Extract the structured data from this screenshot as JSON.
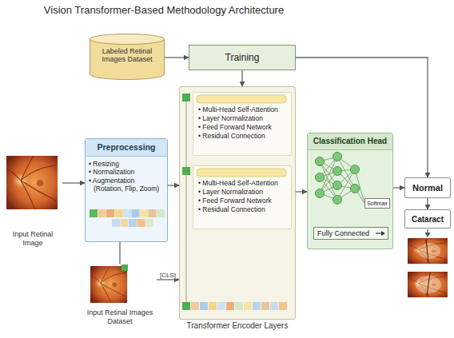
{
  "diagram": {
    "title": "Vision Transformer-Based Methodology Architecture",
    "nodes": [
      {
        "text": [
          "Labeled Retinal Images Dataset"
        ]
      },
      {
        "text": [
          "Training"
        ]
      },
      {
        "text": [
          "Input Retinal Image"
        ]
      },
      {
        "text": [
          "Preprocessing",
          "• Resizing",
          "• Normalization",
          "• Augmentation (Rotation, Flip, Zoom)"
        ]
      },
      {
        "text": [
          "Input Retinal Images Dataset"
        ]
      },
      {
        "text": [
          "Transformer Encoder Layers"
        ]
      },
      {
        "text": [
          "• Multi-Head Self-Attention",
          "• Layer Normalization",
          "• Feed Forward Network",
          "• Residual Connection"
        ],
        "in": 5
      },
      {
        "text": [
          "• Multi-Head Self-Attention",
          "• Layer Normalization",
          "• Feed Forward Network",
          "• Residual Connection"
        ],
        "in": 5
      },
      {
        "text": [
          "Classification Head"
        ]
      },
      {
        "text": [
          "Softmax"
        ],
        "in": 8
      },
      {
        "text": [
          "Fully Connected"
        ],
        "in": 8
      },
      {
        "text": [
          "Normal"
        ]
      },
      {
        "text": [
          "Cataract"
        ]
      }
    ],
    "edges": [
      {
        "from": 0,
        "to": 1,
        "arrow": "to"
      },
      {
        "from": 1,
        "to": 5,
        "arrow": "to"
      },
      {
        "from": 1,
        "to": 11,
        "arrow": "to"
      },
      {
        "from": 2,
        "to": 3,
        "arrow": "to"
      },
      {
        "from": 3,
        "to": 5,
        "arrow": "to"
      },
      {
        "from": 4,
        "to": 5,
        "label": "[CLS]",
        "arrow": "to"
      },
      {
        "from": 4,
        "to": 3,
        "arrow": "none"
      },
      {
        "from": 5,
        "to": 8,
        "arrow": "to"
      },
      {
        "from": 8,
        "to": 11,
        "arrow": "to"
      },
      {
        "from": 11,
        "to": 12,
        "arrow": "to"
      }
    ]
  }
}
